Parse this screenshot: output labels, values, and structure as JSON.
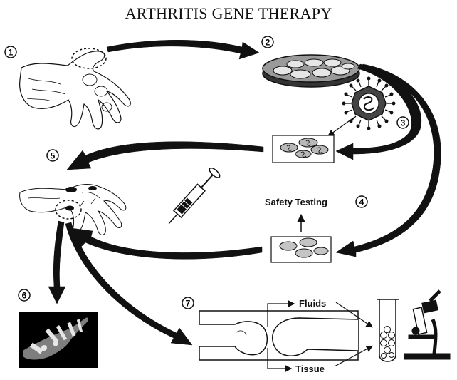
{
  "title": "ARTHRITIS GENE THERAPY",
  "steps": [
    {
      "number": "1"
    },
    {
      "number": "2"
    },
    {
      "number": "3"
    },
    {
      "number": "4"
    },
    {
      "number": "5"
    },
    {
      "number": "6"
    },
    {
      "number": "7"
    }
  ],
  "labels": {
    "safety_testing": "Safety Testing",
    "fluids": "Fluids",
    "tissue": "Tissue"
  },
  "colors": {
    "ink": "#111111",
    "xray_background": "#000000",
    "dish_gray": "#b8b8b8"
  }
}
